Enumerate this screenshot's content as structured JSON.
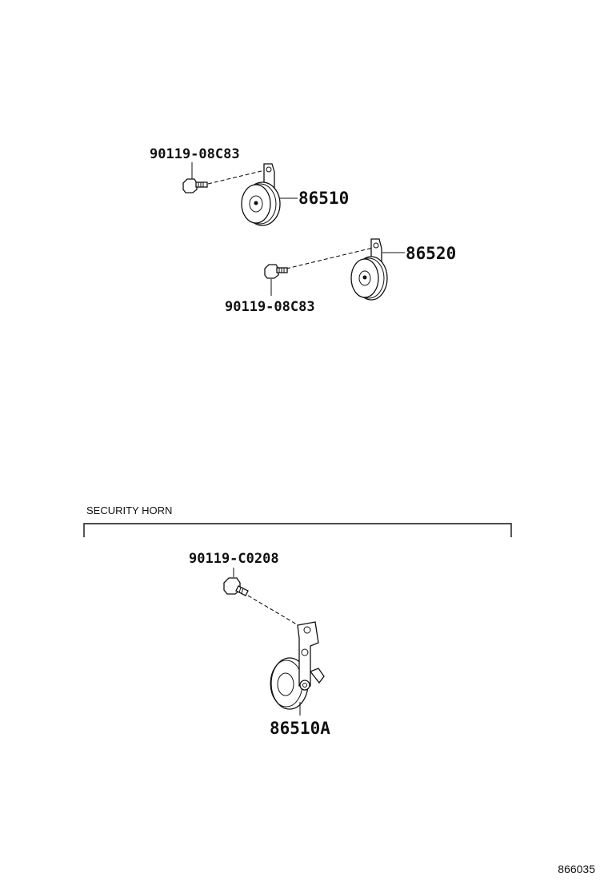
{
  "parts": {
    "bolt_upper": "90119-08C83",
    "horn_high": "86510",
    "horn_low": "86520",
    "bolt_lower": "90119-08C83",
    "bolt_security": "90119-C0208",
    "security_horn": "86510A"
  },
  "section_title": "SECURITY HORN",
  "figure_id": "866035"
}
